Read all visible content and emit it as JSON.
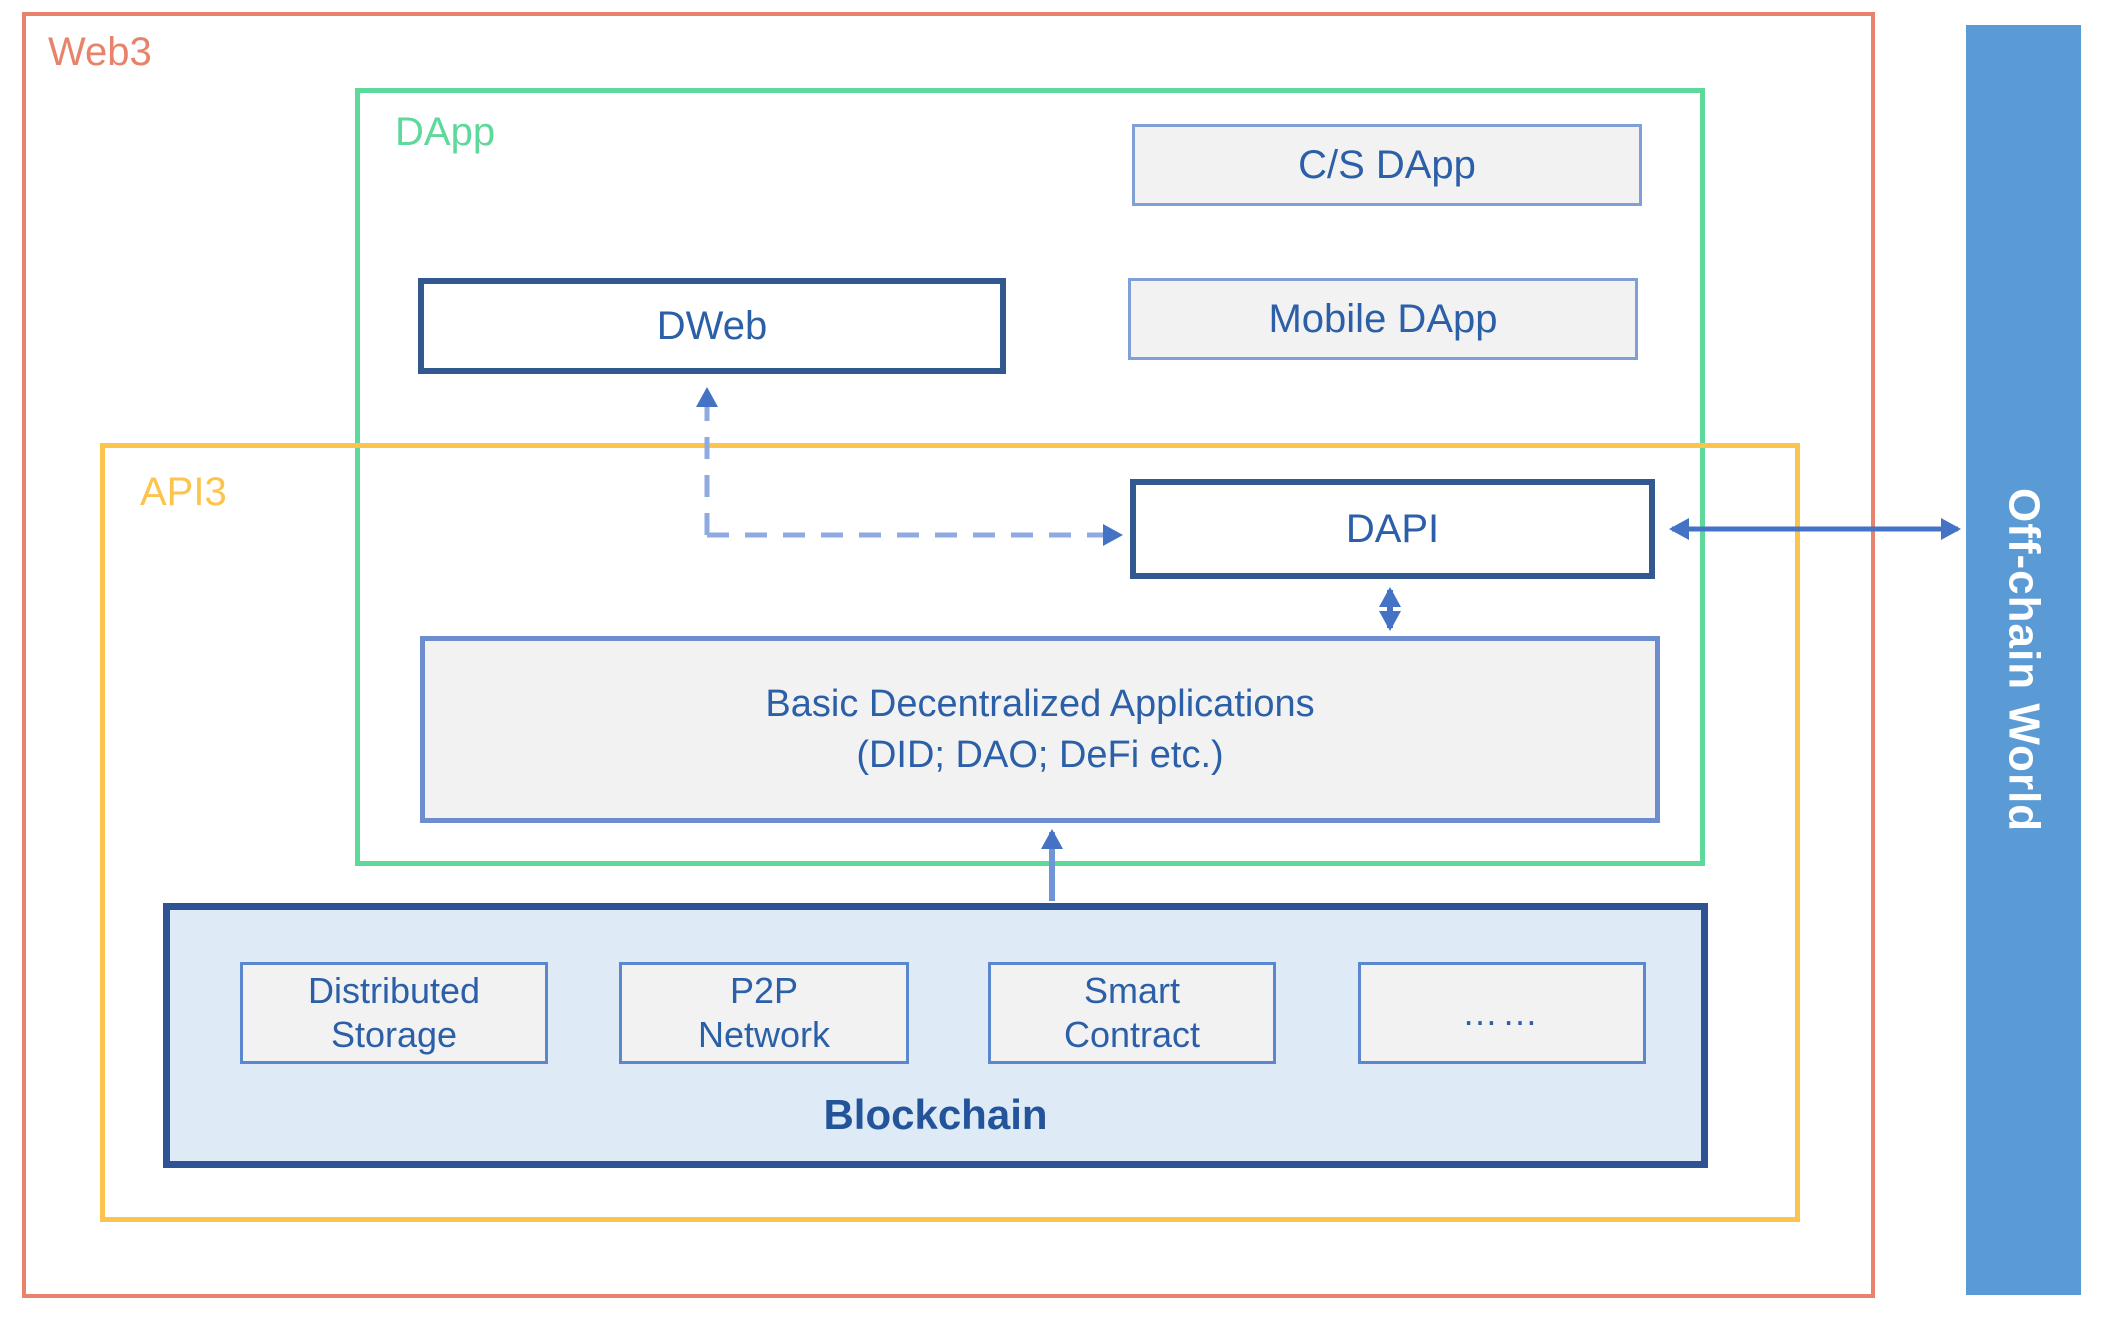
{
  "diagram": {
    "title": "Web3 / API3 / DApp / Blockchain layered architecture",
    "scopes": {
      "web3": {
        "label": "Web3",
        "color": "#E8836B"
      },
      "dapp": {
        "label": "DApp",
        "color": "#5FD99B"
      },
      "api3": {
        "label": "API3",
        "color": "#FCC44D"
      }
    },
    "nodes": {
      "cs_dapp": {
        "label": "C/S DApp"
      },
      "mobile_dapp": {
        "label": "Mobile DApp"
      },
      "dweb": {
        "label": "DWeb"
      },
      "dapi": {
        "label": "DAPI"
      },
      "bda": {
        "line1": "Basic Decentralized Applications",
        "line2": "(DID; DAO; DeFi etc.)"
      },
      "blockchain": {
        "label": "Blockchain"
      },
      "distributed_storage": {
        "line1": "Distributed",
        "line2": "Storage"
      },
      "p2p_network": {
        "line1": "P2P",
        "line2": "Network"
      },
      "smart_contract": {
        "line1": "Smart",
        "line2": "Contract"
      },
      "etc_box": {
        "label": "……"
      },
      "offchain": {
        "label": "Off-chain World",
        "color": "#5B9BD5"
      }
    },
    "connectors": [
      {
        "name": "dweb-to-dapi",
        "style": "dashed",
        "from": "DWeb",
        "to": "DAPI",
        "arrows": "both-ends"
      },
      {
        "name": "dapi-to-bda",
        "style": "solid",
        "from": "DAPI",
        "to": "Basic Decentralized Applications",
        "arrows": "double"
      },
      {
        "name": "blockchain-to-bda",
        "style": "solid",
        "from": "Blockchain",
        "to": "Basic Decentralized Applications",
        "arrows": "single-up"
      },
      {
        "name": "dapi-to-offchain",
        "style": "solid",
        "from": "DAPI",
        "to": "Off-chain World",
        "arrows": "double"
      }
    ],
    "colors": {
      "node_text_blue": "#2B5FA8",
      "node_border_light": "#7F9FD6",
      "node_border_strong": "#32598F",
      "blockchain_fill": "#DEEBF7",
      "chip_fill": "#F2F2F2",
      "connector_blue": "#4472C4"
    }
  }
}
